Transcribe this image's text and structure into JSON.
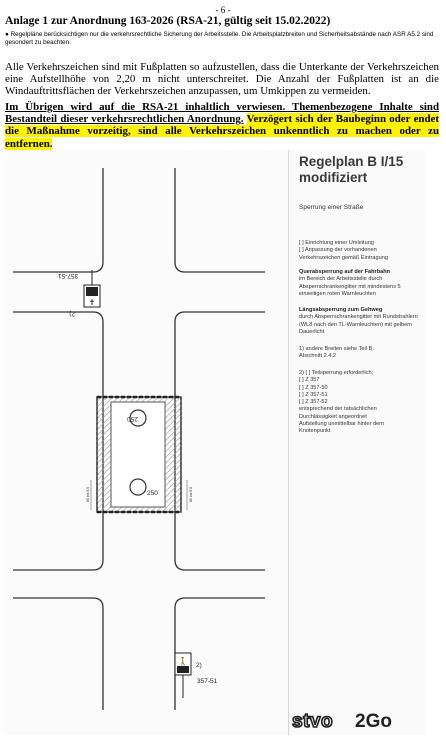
{
  "page_number": "- 6 -",
  "title": "Anlage 1 zur Anordnung 163-2026 (RSA-21, gültig seit 15.02.2022)",
  "footnote": "Regelpläne berücksichtigen nur die verkehrsrechtliche Sicherung der Arbeitsstelle. Die Arbeitsplatzbreiten und Sicherheitsabstände nach ASR A5.2 sind gesondert zu beachten.",
  "body_paragraph": "Alle Verkehrszeichen sind mit Fußplatten so aufzustellen, dass die Unterkante der Verkehrszeichen eine Aufstellhöhe von 2,20 m nicht unterschreitet. Die Anzahl der Fußplatten ist an die Windauftrittsflächen der Verkehrszeichen anzupassen, um Umkippen zu vermeiden.",
  "bold_paragraph_underlined": "Im Übrigen wird auf die RSA-21 inhaltlich verwiesen. Themenbezogene Inhalte sind Bestandteil dieser verkehrsrechtlichen Anordnung.",
  "bold_paragraph_highlighted": "Verzögert sich der Baubeginn oder endet die Maßnahme vorzeitig, sind alle Verkehrszeichen unkenntlich zu machen oder zu entfernen.",
  "colors": {
    "highlight": "#fff200",
    "text": "#000000",
    "panel_text": "#333333"
  },
  "regelplan": {
    "title": "Regelplan B I/15 modifiziert",
    "subtitle": "Sperrung einer Straße",
    "checkboxes": "[ ] Einrichtung einer Umleitung\n[ ] Anpassung der vorhandenen\n     Verkehrszeichen gemäß Eintragung",
    "quer_heading": "Querabsperrung auf der Fahrbahn",
    "quer_text": "im Bereich der Arbeitsstelle durch Absperrschrankengitter mit mindestens 5 einseitigen roten Warnleuchten",
    "laengs_heading": "Längsabsperrung zum Gehweg",
    "laengs_text": "durch Absperrschrankengitter mit Rundstrahlern (WL8 nach den TL-Warnleuchten) mit gelbem Dauerlicht",
    "note1": "1)  andere Breiten siehe Teil B,\n     Abschnitt 2.4.2",
    "note2": "2) [ ] Teilsperrung erforderlich;\n          [ ] Z 357\n          [ ] Z 357-50\n          [ ] Z 357-51\n          [ ] Z 357-52\n     entsprechend der tatsächlichen\n     Durchlässigkeit angeordnet\n     Aufstellung unmittelbar hinter dem\n     Knotenpunkt"
  },
  "diagram_labels": {
    "sign_top_code": "357-51",
    "sign_top_note": "2)",
    "sign_bottom_code": "357-51",
    "sign_bottom_note": "2)",
    "left_side_label": "357-51",
    "barrier_dim_top": "250",
    "barrier_dim_bottom": "250",
    "side_small_left": "80 bis 5:0",
    "side_small_right": "80 bis 5:0"
  },
  "logo": {
    "part1": "stvo",
    "part2": "2Go"
  }
}
